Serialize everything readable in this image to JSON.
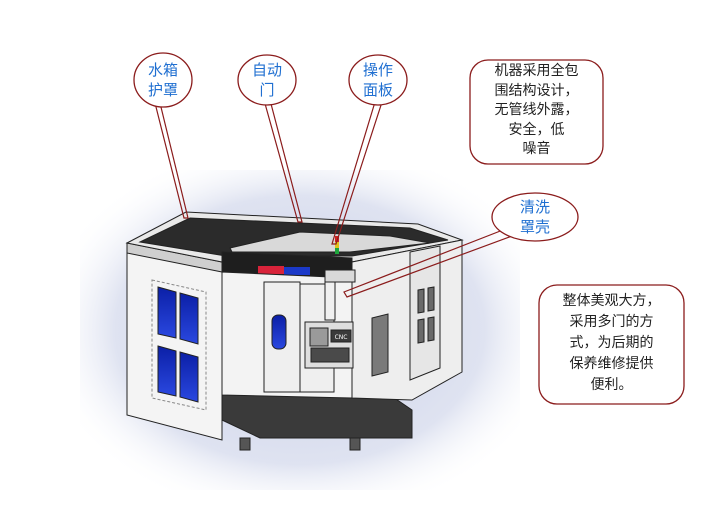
{
  "callouts": {
    "water_tank_cover": "水箱\n护罩",
    "auto_door": "自动\n门",
    "operation_panel": "操作\n面板",
    "enclosure_note": "机器采用全包\n围结构设计，\n无管线外露，\n安全，低\n噪音",
    "cleaning_cover": "清洗\n罩壳",
    "appearance_note": "整体美观大方，\n采用多门的方\n式，为后期的\n保养维修提供\n便利。"
  },
  "panel": {
    "brand": "CNC"
  },
  "colors": {
    "callout_border": "#8b1c1c",
    "callout_text_blue": "#1f6fd1",
    "callout_text_dark": "#222222",
    "backdrop": "#9aa3c8"
  }
}
